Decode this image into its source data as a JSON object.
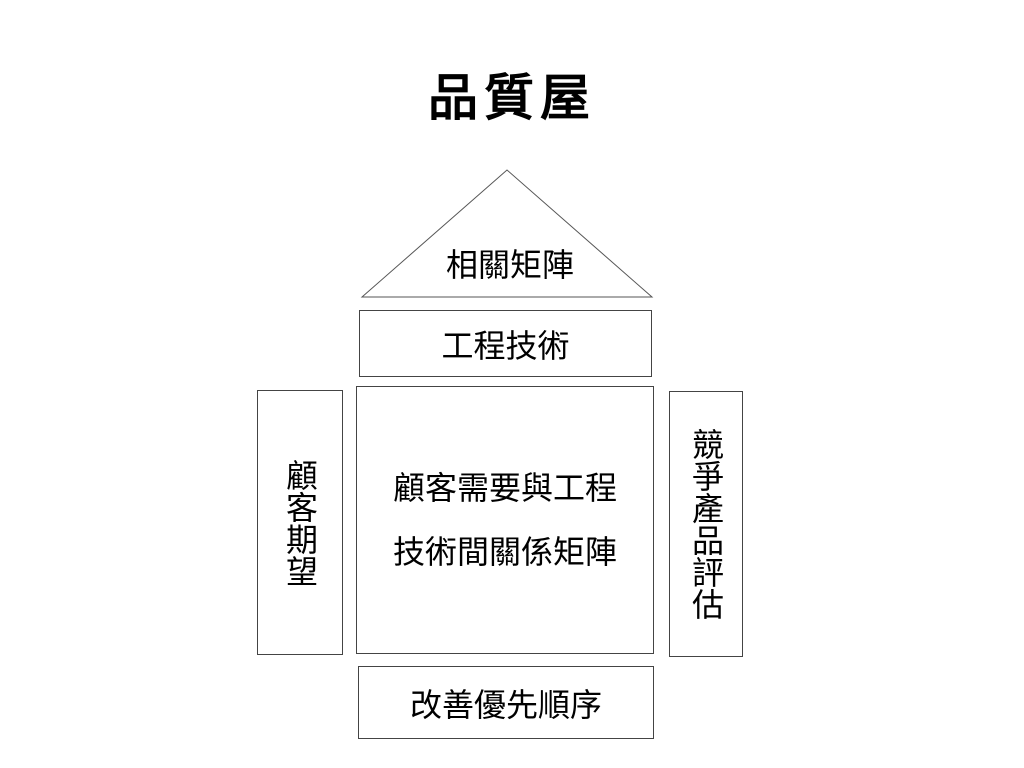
{
  "title": "品質屋",
  "roof": {
    "label": "相關矩陣"
  },
  "engineering": {
    "label": "工程技術"
  },
  "left": {
    "label": "顧客期望"
  },
  "center": {
    "line1": "顧客需要與工程",
    "line2": "技術間關係矩陣"
  },
  "right": {
    "label": "競爭產品評估"
  },
  "bottom": {
    "label": "改善優先順序"
  }
}
